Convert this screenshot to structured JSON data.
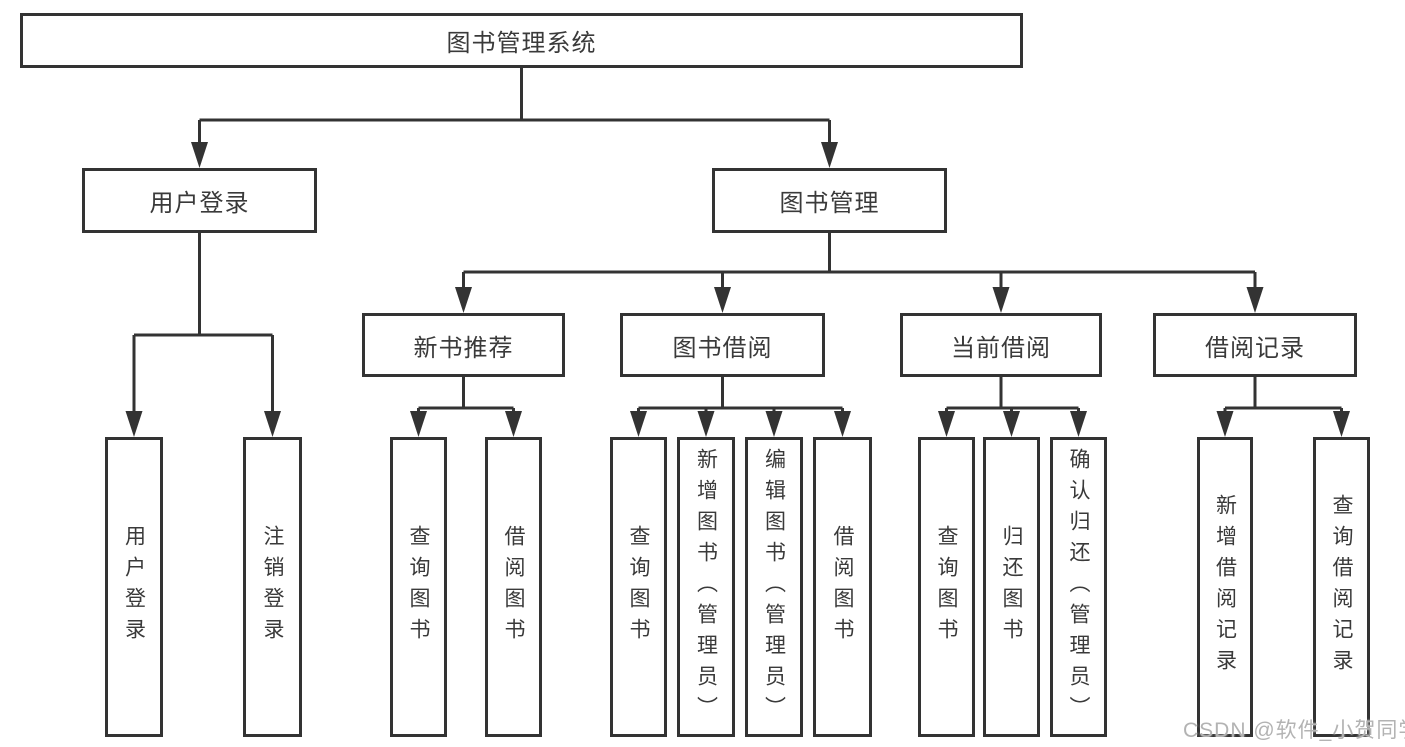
{
  "diagram": {
    "root": {
      "label": "图书管理系统"
    },
    "level2": [
      {
        "label": "用户登录"
      },
      {
        "label": "图书管理"
      }
    ],
    "level3": [
      {
        "label": "新书推荐",
        "parent": "图书管理"
      },
      {
        "label": "图书借阅",
        "parent": "图书管理"
      },
      {
        "label": "当前借阅",
        "parent": "图书管理"
      },
      {
        "label": "借阅记录",
        "parent": "图书管理"
      }
    ],
    "leaves": [
      {
        "label": "用户登录",
        "parent": "用户登录"
      },
      {
        "label": "注销登录",
        "parent": "用户登录"
      },
      {
        "label": "查询图书",
        "parent": "新书推荐"
      },
      {
        "label": "借阅图书",
        "parent": "新书推荐"
      },
      {
        "label": "查询图书",
        "parent": "图书借阅"
      },
      {
        "label": "新增图书（管理员）",
        "parent": "图书借阅"
      },
      {
        "label": "编辑图书（管理员）",
        "parent": "图书借阅"
      },
      {
        "label": "借阅图书",
        "parent": "图书借阅"
      },
      {
        "label": "查询图书",
        "parent": "当前借阅"
      },
      {
        "label": "归还图书",
        "parent": "当前借阅"
      },
      {
        "label": "确认归还（管理员）",
        "parent": "当前借阅"
      },
      {
        "label": "新增借阅记录",
        "parent": "借阅记录"
      },
      {
        "label": "查询借阅记录",
        "parent": "借阅记录"
      }
    ]
  },
  "watermark": {
    "text": "CSDN @软件_小贺同学"
  },
  "colors": {
    "line": "#333333",
    "box_border": "#333333",
    "text": "#3a3a3a",
    "watermark": "#b3b3b3",
    "background": "#ffffff"
  }
}
